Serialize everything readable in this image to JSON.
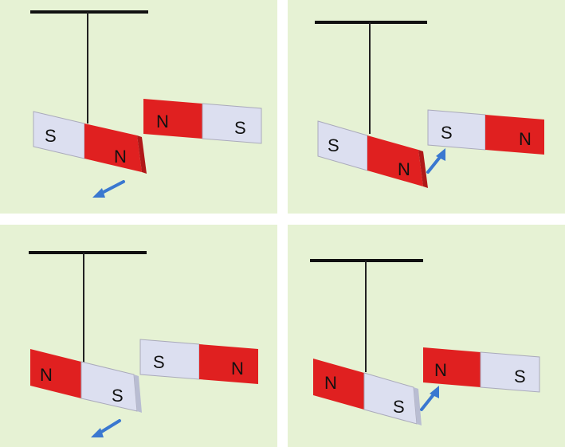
{
  "colors": {
    "background": "#e6f2d4",
    "north": "#e02020",
    "north_dark": "#b01818",
    "south": "#dcdff0",
    "south_dark": "#b9bdd2",
    "stand": "#111111",
    "arrow": "#3a78d0"
  },
  "panels": [
    {
      "hanging_magnet": {
        "left_pole": "S",
        "right_pole": "N"
      },
      "fixed_magnet": {
        "left_pole": "N",
        "right_pole": "S"
      },
      "motion": "repel",
      "arrow_icon": "arrow-down-left-icon"
    },
    {
      "hanging_magnet": {
        "left_pole": "S",
        "right_pole": "N"
      },
      "fixed_magnet": {
        "left_pole": "S",
        "right_pole": "N"
      },
      "motion": "attract",
      "arrow_icon": "arrow-up-right-icon"
    },
    {
      "hanging_magnet": {
        "left_pole": "N",
        "right_pole": "S"
      },
      "fixed_magnet": {
        "left_pole": "S",
        "right_pole": "N"
      },
      "motion": "repel",
      "arrow_icon": "arrow-down-left-icon"
    },
    {
      "hanging_magnet": {
        "left_pole": "N",
        "right_pole": "S"
      },
      "fixed_magnet": {
        "left_pole": "N",
        "right_pole": "S"
      },
      "motion": "attract",
      "arrow_icon": "arrow-up-right-icon"
    }
  ]
}
